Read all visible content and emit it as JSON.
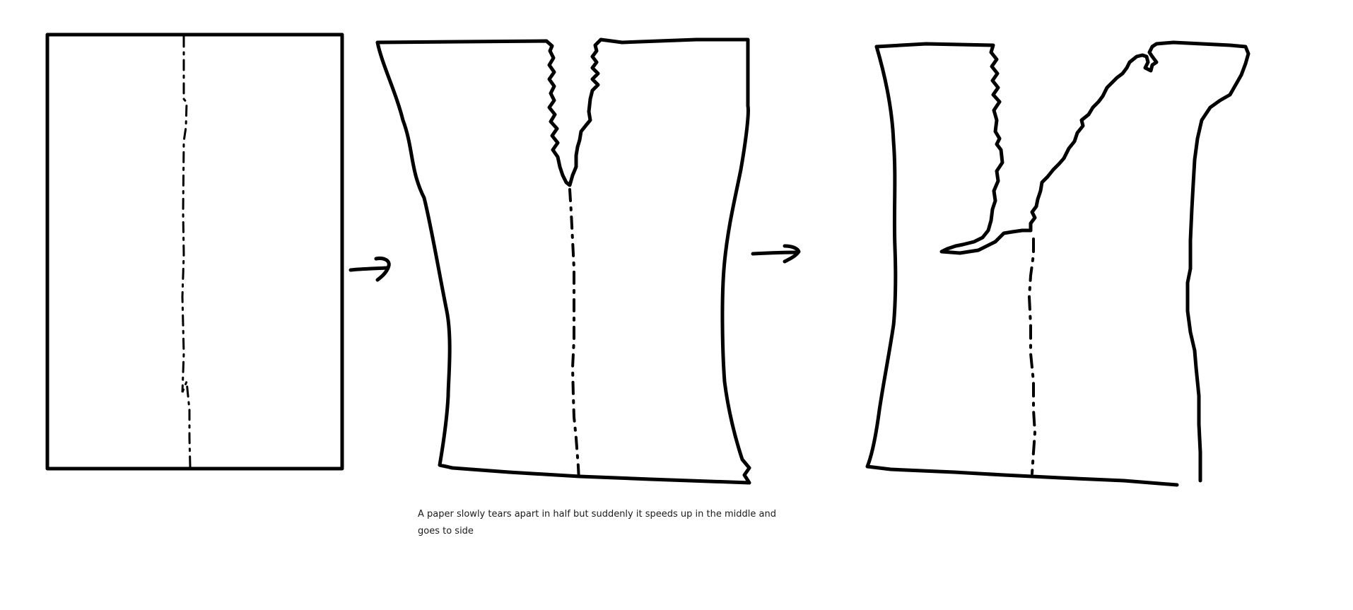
{
  "caption": {
    "line1": "A paper slowly tears apart in half but suddenly it speeds up in the middle and",
    "line2": "goes to side"
  },
  "colors": {
    "ink": "#000000",
    "background": "#ffffff"
  },
  "stages": [
    {
      "name": "intact-paper-with-dashed-tear-line"
    },
    {
      "name": "paper-torn-from-top-center"
    },
    {
      "name": "tear-veers-to-side"
    }
  ],
  "arrows": [
    {
      "name": "arrow-to-stage-2"
    },
    {
      "name": "arrow-to-stage-3"
    }
  ]
}
